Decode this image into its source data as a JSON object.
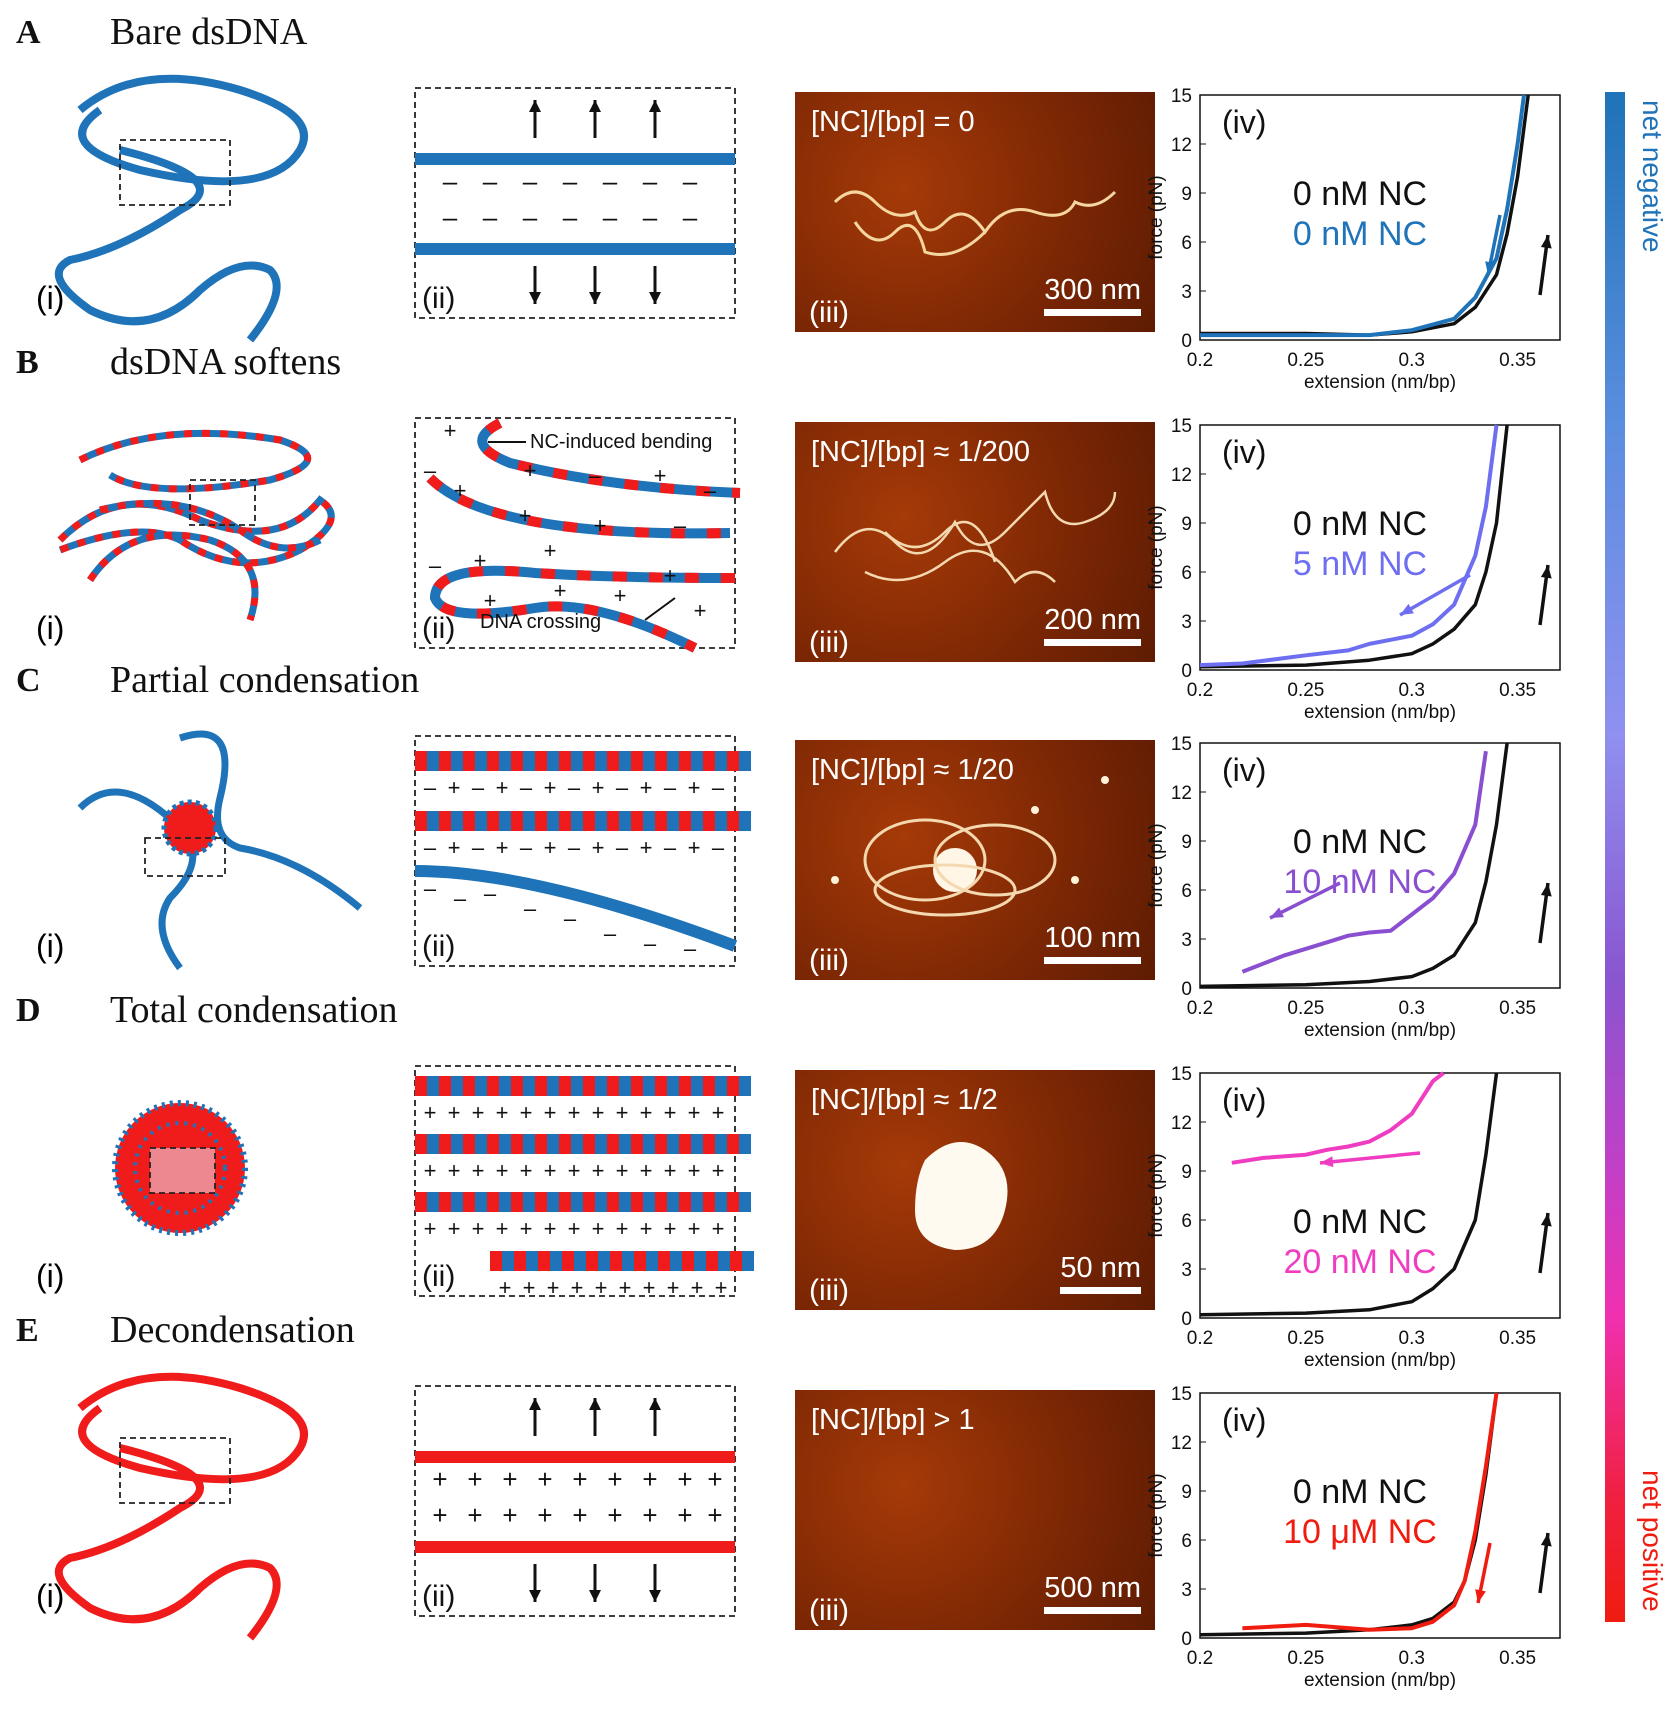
{
  "panels": [
    {
      "letter": "A",
      "title": "Bare dsDNA",
      "afm_label": "[NC]/[bp] = 0",
      "scale_label": "300 nm",
      "roman_i": "(i)",
      "roman_ii": "(ii)",
      "roman_iii": "(iii)",
      "roman_iv": "(iv)",
      "legend_black": "0 nM NC",
      "legend_color": "0 nM NC",
      "color": "#1f73b8"
    },
    {
      "letter": "B",
      "title": "dsDNA softens",
      "afm_label": "[NC]/[bp] ≈ 1/200",
      "scale_label": "200 nm",
      "roman_i": "(i)",
      "roman_ii": "(ii)",
      "roman_iii": "(iii)",
      "roman_iv": "(iv)",
      "legend_black": "0 nM NC",
      "legend_color": "5 nM NC",
      "color": "#6e6ef0",
      "annotation_bend": "NC-induced bending",
      "annotation_cross": "DNA crossing"
    },
    {
      "letter": "C",
      "title": "Partial condensation",
      "afm_label": "[NC]/[bp] ≈ 1/20",
      "scale_label": "100 nm",
      "roman_i": "(i)",
      "roman_ii": "(ii)",
      "roman_iii": "(iii)",
      "roman_iv": "(iv)",
      "legend_black": "0 nM NC",
      "legend_color": "10 nM NC",
      "color": "#8a4fd0"
    },
    {
      "letter": "D",
      "title": "Total condensation",
      "afm_label": "[NC]/[bp] ≈ 1/2",
      "scale_label": "50 nm",
      "roman_i": "(i)",
      "roman_ii": "(ii)",
      "roman_iii": "(iii)",
      "roman_iv": "(iv)",
      "legend_black": "0 nM NC",
      "legend_color": "20 nM NC",
      "color": "#f03cc0"
    },
    {
      "letter": "E",
      "title": "Decondensation",
      "afm_label": "[NC]/[bp] > 1",
      "scale_label": "500 nm",
      "roman_i": "(i)",
      "roman_ii": "(ii)",
      "roman_iii": "(iii)",
      "roman_iv": "(iv)",
      "legend_black": "0 nM NC",
      "legend_color": "10 μM NC",
      "color": "#f01c10"
    }
  ],
  "colorbar": {
    "top_label": "net negative",
    "bottom_label": "net positive"
  },
  "chart_data": [
    {
      "type": "line",
      "panel": "A",
      "xlabel": "extension (nm/bp)",
      "ylabel": "force (pN)",
      "xlim": [
        0.2,
        0.37
      ],
      "ylim": [
        0,
        15
      ],
      "xticks": [
        "0.2",
        "0.25",
        "0.3",
        "0.35"
      ],
      "yticks": [
        "0",
        "3",
        "6",
        "9",
        "12",
        "15"
      ],
      "series": [
        {
          "name": "0 nM NC",
          "color": "#111111",
          "x": [
            0.2,
            0.25,
            0.28,
            0.3,
            0.32,
            0.33,
            0.34,
            0.345,
            0.35,
            0.355
          ],
          "y": [
            0.4,
            0.4,
            0.3,
            0.5,
            1.0,
            2.0,
            4.0,
            6.5,
            10.0,
            15.0
          ]
        },
        {
          "name": "0 nM NC",
          "color": "#1f73b8",
          "x": [
            0.2,
            0.25,
            0.28,
            0.3,
            0.32,
            0.33,
            0.34,
            0.345,
            0.35,
            0.353
          ],
          "y": [
            0.3,
            0.3,
            0.3,
            0.6,
            1.3,
            2.6,
            5.0,
            8.0,
            12.0,
            15.0
          ]
        }
      ]
    },
    {
      "type": "line",
      "panel": "B",
      "xlabel": "extension (nm/bp)",
      "ylabel": "force (pN)",
      "xlim": [
        0.2,
        0.37
      ],
      "ylim": [
        0,
        15
      ],
      "xticks": [
        "0.2",
        "0.25",
        "0.3",
        "0.35"
      ],
      "yticks": [
        "0",
        "3",
        "6",
        "9",
        "12",
        "15"
      ],
      "series": [
        {
          "name": "0 nM NC",
          "color": "#111111",
          "x": [
            0.2,
            0.25,
            0.28,
            0.3,
            0.31,
            0.32,
            0.33,
            0.335,
            0.34,
            0.345
          ],
          "y": [
            0.2,
            0.3,
            0.6,
            1.0,
            1.6,
            2.5,
            4.0,
            6.0,
            9.0,
            15.0
          ]
        },
        {
          "name": "5 nM NC",
          "color": "#6e6ef0",
          "x": [
            0.2,
            0.22,
            0.25,
            0.27,
            0.28,
            0.3,
            0.31,
            0.32,
            0.33,
            0.335,
            0.34
          ],
          "y": [
            0.3,
            0.4,
            0.9,
            1.2,
            1.6,
            2.1,
            2.8,
            4.0,
            7.0,
            10.0,
            15.0
          ]
        }
      ]
    },
    {
      "type": "line",
      "panel": "C",
      "xlabel": "extension (nm/bp)",
      "ylabel": "force (pN)",
      "xlim": [
        0.2,
        0.37
      ],
      "ylim": [
        0,
        15
      ],
      "xticks": [
        "0.2",
        "0.25",
        "0.3",
        "0.35"
      ],
      "yticks": [
        "0",
        "3",
        "6",
        "9",
        "12",
        "15"
      ],
      "series": [
        {
          "name": "0 nM NC",
          "color": "#111111",
          "x": [
            0.2,
            0.25,
            0.28,
            0.3,
            0.31,
            0.32,
            0.33,
            0.335,
            0.34,
            0.345
          ],
          "y": [
            0.1,
            0.2,
            0.4,
            0.7,
            1.2,
            2.0,
            4.0,
            6.5,
            10.0,
            15.0
          ]
        },
        {
          "name": "10 nM NC",
          "color": "#8a4fd0",
          "x": [
            0.22,
            0.24,
            0.26,
            0.27,
            0.28,
            0.29,
            0.3,
            0.31,
            0.32,
            0.33,
            0.335
          ],
          "y": [
            1.0,
            2.0,
            2.8,
            3.2,
            3.4,
            3.5,
            4.5,
            5.5,
            7.0,
            10.0,
            14.5
          ]
        }
      ]
    },
    {
      "type": "line",
      "panel": "D",
      "xlabel": "extension (nm/bp)",
      "ylabel": "force (pN)",
      "xlim": [
        0.2,
        0.37
      ],
      "ylim": [
        0,
        15
      ],
      "xticks": [
        "0.2",
        "0.25",
        "0.3",
        "0.35"
      ],
      "yticks": [
        "0",
        "3",
        "6",
        "9",
        "12",
        "15"
      ],
      "series": [
        {
          "name": "0 nM NC",
          "color": "#111111",
          "x": [
            0.2,
            0.25,
            0.28,
            0.3,
            0.31,
            0.32,
            0.33,
            0.335,
            0.34
          ],
          "y": [
            0.2,
            0.3,
            0.5,
            1.0,
            1.8,
            3.0,
            6.0,
            10.0,
            15.0
          ]
        },
        {
          "name": "20 nM NC",
          "color": "#f03cc0",
          "x": [
            0.215,
            0.23,
            0.25,
            0.26,
            0.27,
            0.28,
            0.29,
            0.3,
            0.31,
            0.315
          ],
          "y": [
            9.5,
            9.8,
            10.0,
            10.3,
            10.5,
            10.8,
            11.5,
            12.5,
            14.5,
            15.0
          ]
        }
      ]
    },
    {
      "type": "line",
      "panel": "E",
      "xlabel": "extension (nm/bp)",
      "ylabel": "force (pN)",
      "xlim": [
        0.2,
        0.37
      ],
      "ylim": [
        0,
        15
      ],
      "xticks": [
        "0.2",
        "0.25",
        "0.3",
        "0.35"
      ],
      "yticks": [
        "0",
        "3",
        "6",
        "9",
        "12",
        "15"
      ],
      "series": [
        {
          "name": "0 nM NC",
          "color": "#111111",
          "x": [
            0.2,
            0.25,
            0.28,
            0.3,
            0.31,
            0.32,
            0.325,
            0.33,
            0.335,
            0.34
          ],
          "y": [
            0.2,
            0.3,
            0.5,
            0.8,
            1.2,
            2.2,
            3.5,
            6.0,
            10.0,
            15.0
          ]
        },
        {
          "name": "10 μM NC",
          "color": "#f01c10",
          "x": [
            0.22,
            0.25,
            0.28,
            0.3,
            0.31,
            0.32,
            0.325,
            0.33,
            0.335,
            0.34
          ],
          "y": [
            0.6,
            0.8,
            0.5,
            0.6,
            1.0,
            2.0,
            3.5,
            6.5,
            10.5,
            15.0
          ]
        }
      ]
    }
  ]
}
